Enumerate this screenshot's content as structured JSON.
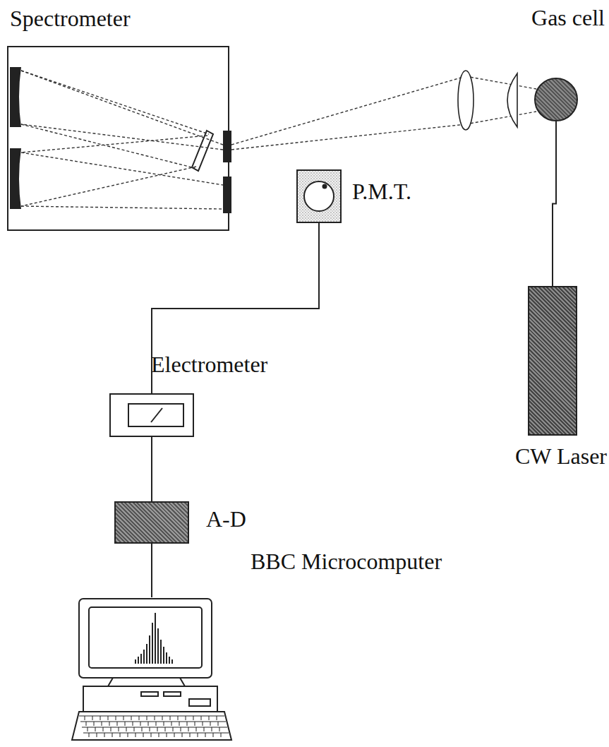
{
  "diagram": {
    "nodes": [
      {
        "text": [
          "Spectrometer"
        ]
      },
      {
        "text": [
          "Gas cell"
        ]
      },
      {
        "text": [
          "P.M.T."
        ]
      },
      {
        "text": [
          "Electrometer"
        ]
      },
      {
        "text": [
          "CW Laser"
        ]
      },
      {
        "text": [
          "A-D"
        ]
      },
      {
        "text": [
          "BBC Microcomputer"
        ]
      }
    ],
    "edges": [
      {
        "from": 2,
        "to": 3,
        "arrow": "none"
      },
      {
        "from": 3,
        "to": 5,
        "arrow": "none"
      },
      {
        "from": 5,
        "to": 6,
        "arrow": "none"
      },
      {
        "from": 4,
        "to": 1,
        "arrow": "none"
      }
    ]
  }
}
